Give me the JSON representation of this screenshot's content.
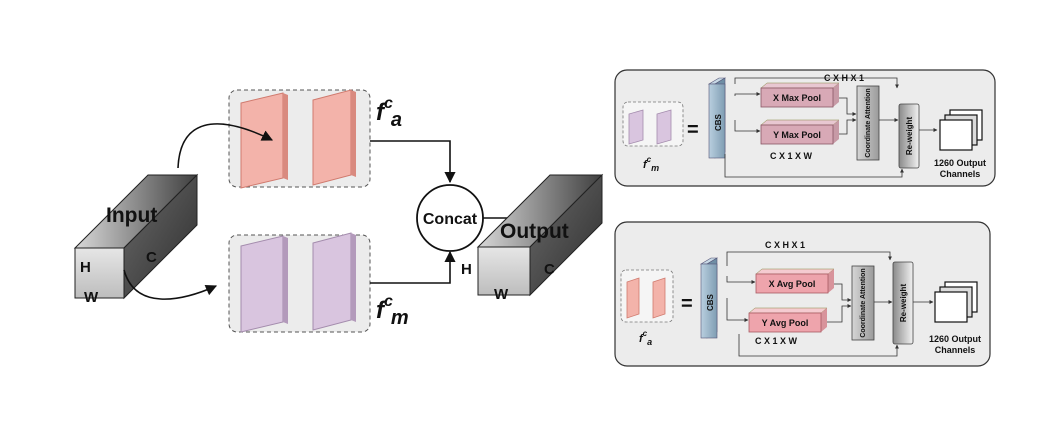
{
  "main": {
    "input_label": "Input",
    "input_h": "H",
    "input_w": "W",
    "input_c": "C",
    "fa_base": "f",
    "fa_sup": "c",
    "fa_sub": "a",
    "fm_base": "f",
    "fm_sup": "c",
    "fm_sub": "m",
    "concat_label": "Concat",
    "output_label": "Output",
    "output_h": "H",
    "output_w": "W",
    "output_c": "C"
  },
  "module_max": {
    "symbol_base": "f",
    "symbol_sup": "c",
    "symbol_sub": "m",
    "equals": "=",
    "cbs_label": "CBS",
    "top_dim": "C X H X 1",
    "x_pool": "X Max Pool",
    "y_pool": "Y Max Pool",
    "bottom_dim": "C X 1 X W",
    "coord_attention": "Coordinate Attention",
    "reweight": "Re-weight",
    "output_line1": "1260 Output",
    "output_line2": "Channels"
  },
  "module_avg": {
    "symbol_base": "f",
    "symbol_sup": "c",
    "symbol_sub": "a",
    "equals": "=",
    "cbs_label": "CBS",
    "top_dim": "C X H X 1",
    "x_pool": "X Avg Pool",
    "y_pool": "Y Avg Pool",
    "bottom_dim": "C X 1 X W",
    "coord_attention": "Coordinate Attention",
    "reweight": "Re-weight",
    "output_line1": "1260 Output",
    "output_line2": "Channels"
  },
  "colors": {
    "red_fill": "#f2b0a8",
    "red_stroke": "#d97a6f",
    "purple_fill": "#d7c3dd",
    "purple_stroke": "#a68bb0",
    "cube_dark": "#4a4a4a",
    "cube_light": "#d4d4d4",
    "cbs_fill": "#9fb7c9",
    "module_bg": "#ebebeb"
  }
}
